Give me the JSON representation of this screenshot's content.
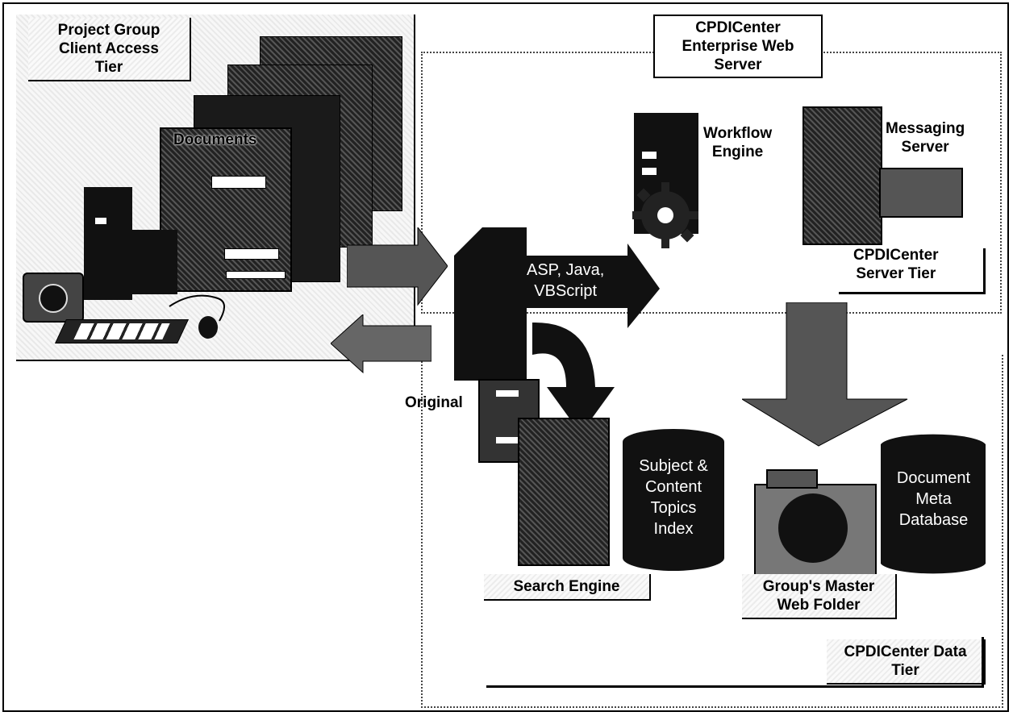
{
  "labels": {
    "client_tier": "Project Group\nClient Access\nTier",
    "web_server": "CPDICenter\nEnterprise Web\nServer",
    "documents": "Documents",
    "workflow": "Workflow\nEngine",
    "messaging": "Messaging\nServer",
    "server_tier": "CPDICenter\nServer Tier",
    "asp_java": "ASP, Java,\nVBScript",
    "original": "Original",
    "subject_index": "Subject &\nContent\nTopics\nIndex",
    "doc_meta": "Document\nMeta\nDatabase",
    "search_engine": "Search Engine",
    "master_folder": "Group's Master\nWeb Folder",
    "data_tier": "CPDICenter Data\nTier"
  }
}
